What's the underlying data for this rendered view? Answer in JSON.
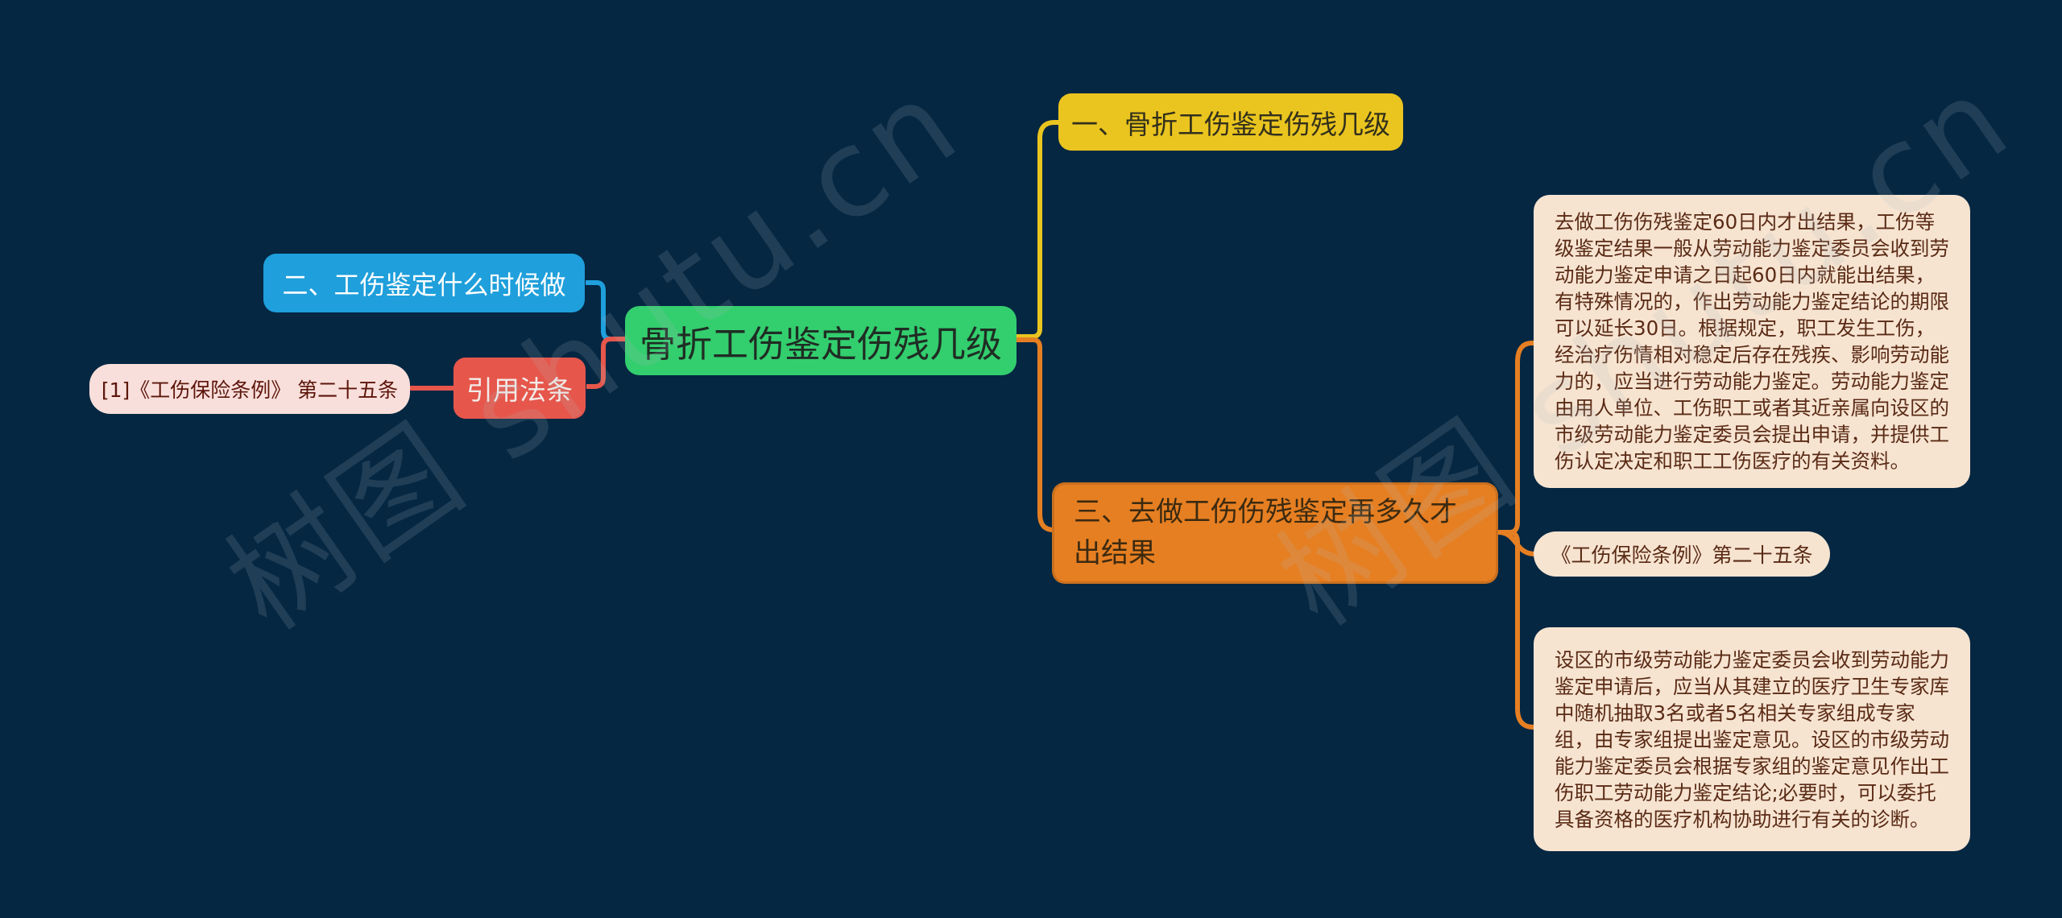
{
  "app": {
    "type": "mindmap-diagram",
    "watermark_text": "树图 shutu.cn"
  },
  "colors": {
    "background": "#052742",
    "root_node": "#33ce6e",
    "topic1_node": "#eac51f",
    "topic2_node": "#1f9fdb",
    "topic3_node": "#e67f22",
    "citation_tag_node": "#e6564b",
    "citation_ref_node": "#f9dfdb",
    "note_block": "#f6e4d1",
    "note_text": "#5a2a15"
  },
  "nodes": {
    "root": {
      "label": "骨折工伤鉴定伤残几级"
    },
    "topic1": {
      "label": "一、骨折工伤鉴定伤残几级"
    },
    "topic2": {
      "label": "二、工伤鉴定什么时候做"
    },
    "topic3": {
      "label": "三、去做工伤伤残鉴定再多久才出结果"
    },
    "citation_tag": {
      "label": "引用法条"
    },
    "citation_ref": {
      "label": "[1]《工伤保险条例》 第二十五条"
    },
    "law_article": {
      "label": "《工伤保险条例》第二十五条"
    },
    "note1": {
      "text": "去做工伤伤残鉴定60日内才出结果，工伤等级鉴定结果一般从劳动能力鉴定委员会收到劳动能力鉴定申请之日起60日内就能出结果，有特殊情况的，作出劳动能力鉴定结论的期限可以延长30日。根据规定，职工发生工伤，经治疗伤情相对稳定后存在残疾、影响劳动能力的，应当进行劳动能力鉴定。劳动能力鉴定由用人单位、工伤职工或者其近亲属向设区的市级劳动能力鉴定委员会提出申请，并提供工伤认定决定和职工工伤医疗的有关资料。"
    },
    "note2": {
      "text": "设区的市级劳动能力鉴定委员会收到劳动能力鉴定申请后，应当从其建立的医疗卫生专家库中随机抽取3名或者5名相关专家组成专家组，由专家组提出鉴定意见。设区的市级劳动能力鉴定委员会根据专家组的鉴定意见作出工伤职工劳动能力鉴定结论;必要时，可以委托具备资格的医疗机构协助进行有关的诊断。"
    }
  }
}
